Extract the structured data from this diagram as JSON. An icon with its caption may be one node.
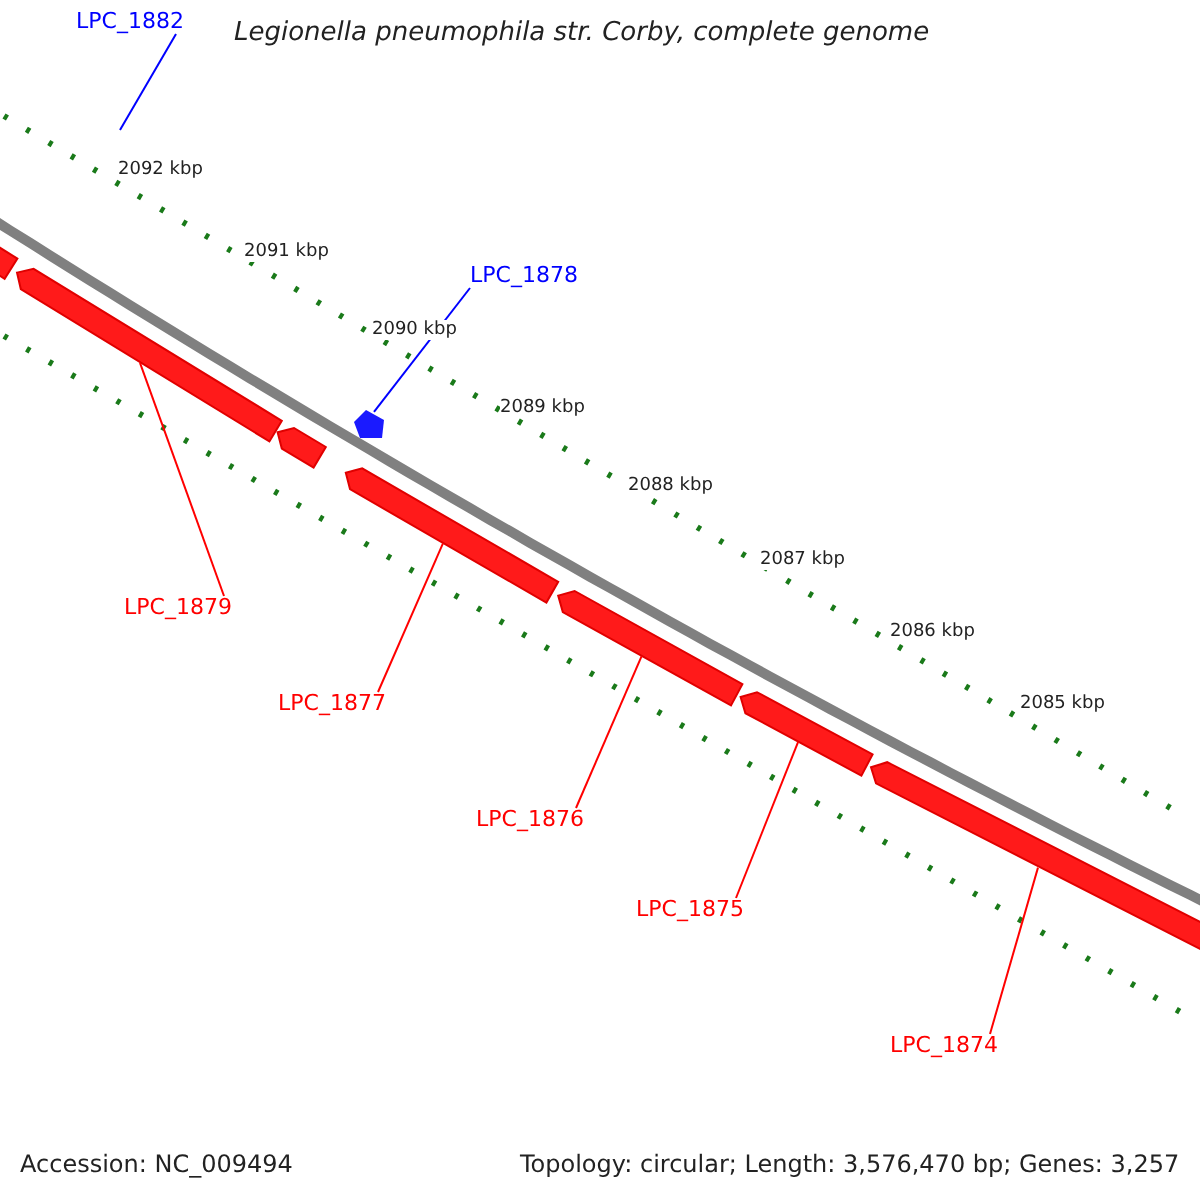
{
  "diagram": {
    "title": "Legionella pneumophila str. Corby, complete genome",
    "nodes": [
      {
        "text": [
          "LPC_1882"
        ]
      },
      {
        "text": [
          "LPC_1878"
        ]
      },
      {
        "text": [],
        "shape": "bar"
      },
      {
        "text": [],
        "shape": "bar"
      },
      {
        "text": [],
        "shape": "pentagon"
      },
      {
        "text": [],
        "shape": "bar"
      },
      {
        "text": [],
        "shape": "bar"
      },
      {
        "text": [],
        "shape": "bar"
      },
      {
        "text": [],
        "shape": "bar"
      },
      {
        "text": [],
        "shape": "bar"
      },
      {
        "text": [
          "LPC_1879"
        ]
      },
      {
        "text": [
          "LPC_1877"
        ]
      },
      {
        "text": [
          "LPC_1876"
        ]
      },
      {
        "text": [
          "LPC_1875"
        ]
      },
      {
        "text": [
          "LPC_1874"
        ]
      }
    ],
    "edges": [
      {
        "from": 0,
        "to": null,
        "arrow": "none",
        "color": "#0000ff"
      },
      {
        "from": 1,
        "to": 4,
        "arrow": "none",
        "color": "#0000ff"
      },
      {
        "from": 10,
        "to": 3,
        "arrow": "none"
      },
      {
        "from": 11,
        "to": 6,
        "arrow": "none"
      },
      {
        "from": 12,
        "to": 7,
        "arrow": "none"
      },
      {
        "from": 13,
        "to": 8,
        "arrow": "none"
      },
      {
        "from": 14,
        "to": 9,
        "arrow": "none"
      }
    ],
    "labels": [
      "2092 kbp",
      "2091 kbp",
      "2090 kbp",
      "2089 kbp",
      "2088 kbp",
      "2087 kbp",
      "2086 kbp",
      "2085 kbp",
      "Accession: NC_009494",
      "Topology: circular; Length: 3,576,470 bp; Genes: 3,257"
    ]
  }
}
